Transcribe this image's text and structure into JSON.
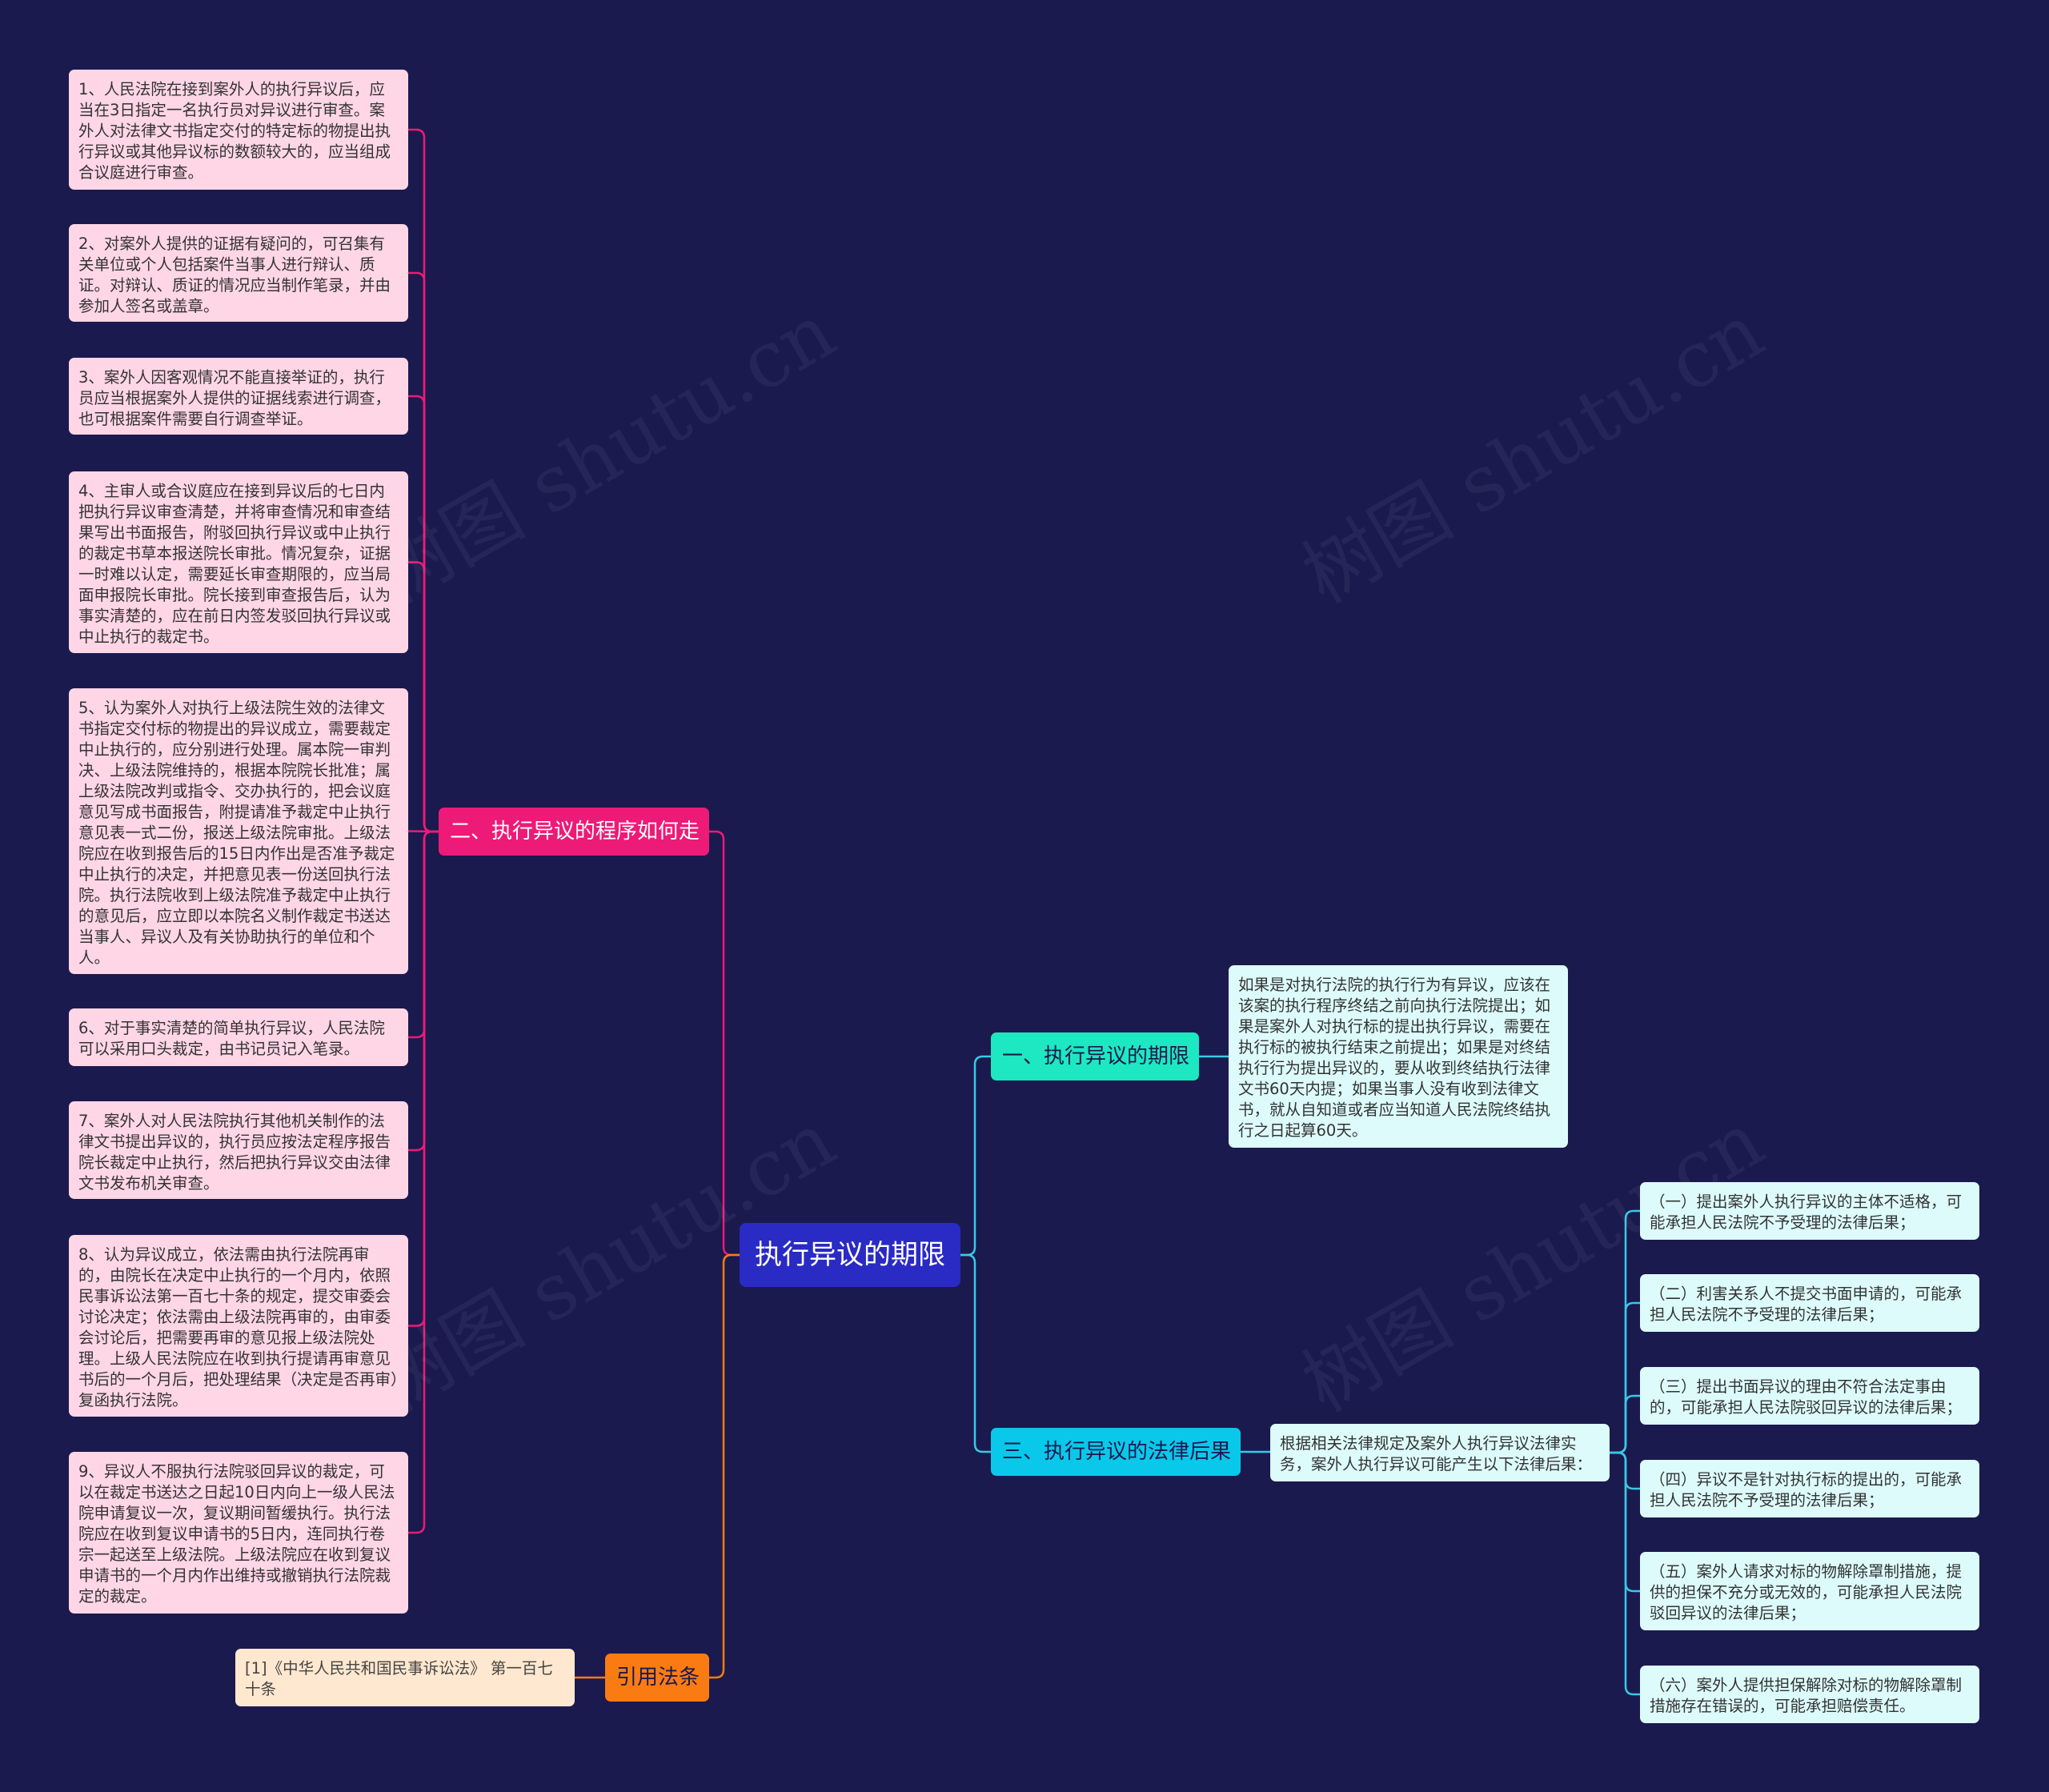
{
  "colors": {
    "background": "#1a1a4e",
    "root": "#2a2ac4",
    "branch_procedure": "#ee1a77",
    "branch_deadline": "#1de8c1",
    "branch_consequence": "#0ac8ea",
    "branch_citation": "#fb7b13",
    "leaf_pink": "#ffd6e6",
    "leaf_cyan": "#ddfbfb",
    "leaf_peach": "#ffe8cf",
    "line_pink": "#ee1a77",
    "line_cyan": "#38c9e6",
    "line_orange": "#fb7b13"
  },
  "watermark": "树图 shutu.cn",
  "root": {
    "title": "执行异议的期限"
  },
  "procedure": {
    "title": "二、执行异议的程序如何走",
    "items": [
      "1、人民法院在接到案外人的执行异议后，应当在3日指定一名执行员对异议进行审查。案外人对法律文书指定交付的特定标的物提出执行异议或其他异议标的数额较大的，应当组成合议庭进行审查。",
      "2、对案外人提供的证据有疑问的，可召集有关单位或个人包括案件当事人进行辩认、质证。对辩认、质证的情况应当制作笔录，并由参加人签名或盖章。",
      "3、案外人因客观情况不能直接举证的，执行员应当根据案外人提供的证据线索进行调查，也可根据案件需要自行调查举证。",
      "4、主审人或合议庭应在接到异议后的七日内把执行异议审查清楚，并将审查情况和审查结果写出书面报告，附驳回执行异议或中止执行的裁定书草本报送院长审批。情况复杂，证据一时难以认定，需要延长审查期限的，应当局面申报院长审批。院长接到审查报告后，认为事实清楚的，应在前日内签发驳回执行异议或中止执行的裁定书。",
      "5、认为案外人对执行上级法院生效的法律文书指定交付标的物提出的异议成立，需要裁定中止执行的，应分别进行处理。属本院一审判决、上级法院维持的，根据本院院长批准；属上级法院改判或指令、交办执行的，把会议庭意见写成书面报告，附提请准予裁定中止执行意见表一式二份，报送上级法院审批。上级法院应在收到报告后的15日内作出是否准予裁定中止执行的决定，并把意见表一份送回执行法院。执行法院收到上级法院准予裁定中止执行的意见后，应立即以本院名义制作裁定书送达当事人、异议人及有关协助执行的单位和个人。",
      "6、对于事实清楚的简单执行异议，人民法院可以采用口头裁定，由书记员记入笔录。",
      "7、案外人对人民法院执行其他机关制作的法律文书提出异议的，执行员应按法定程序报告院长裁定中止执行，然后把执行异议交由法律文书发布机关审查。",
      "8、认为异议成立，依法需由执行法院再审的，由院长在决定中止执行的一个月内，依照民事诉讼法第一百七十条的规定，提交审委会讨论决定；依法需由上级法院再审的，由审委会讨论后，把需要再审的意见报上级法院处理。上级人民法院应在收到执行提请再审意见书后的一个月后，把处理结果（决定是否再审）复函执行法院。",
      "9、异议人不服执行法院驳回异议的裁定，可以在裁定书送达之日起10日内向上一级人民法院申请复议一次，复议期间暂缓执行。执行法院应在收到复议申请书的5日内，连同执行卷宗一起送至上级法院。上级法院应在收到复议申请书的一个月内作出维持或撤销执行法院裁定的裁定。"
    ]
  },
  "citation": {
    "title": "引用法条",
    "items": [
      "[1]《中华人民共和国民事诉讼法》 第一百七十条"
    ]
  },
  "deadline": {
    "title": "一、执行异议的期限",
    "text": "如果是对执行法院的执行行为有异议，应该在该案的执行程序终结之前向执行法院提出；如果是案外人对执行标的提出执行异议，需要在执行标的被执行结束之前提出；如果是对终结执行行为提出异议的，要从收到终结执行法律文书60天内提；如果当事人没有收到法律文书，就从自知道或者应当知道人民法院终结执行之日起算60天。"
  },
  "consequence": {
    "title": "三、执行异议的法律后果",
    "intro": "根据相关法律规定及案外人执行异议法律实务，案外人执行异议可能产生以下法律后果：",
    "items": [
      "（一）提出案外人执行异议的主体不适格，可能承担人民法院不予受理的法律后果；",
      "（二）利害关系人不提交书面申请的，可能承担人民法院不予受理的法律后果；",
      "（三）提出书面异议的理由不符合法定事由的，可能承担人民法院驳回异议的法律后果；",
      "（四）异议不是针对执行标的提出的，可能承担人民法院不予受理的法律后果；",
      "（五）案外人请求对标的物解除罩制措施，提供的担保不充分或无效的，可能承担人民法院驳回异议的法律后果；",
      "（六）案外人提供担保解除对标的物解除罩制措施存在错误的，可能承担赔偿责任。"
    ]
  }
}
